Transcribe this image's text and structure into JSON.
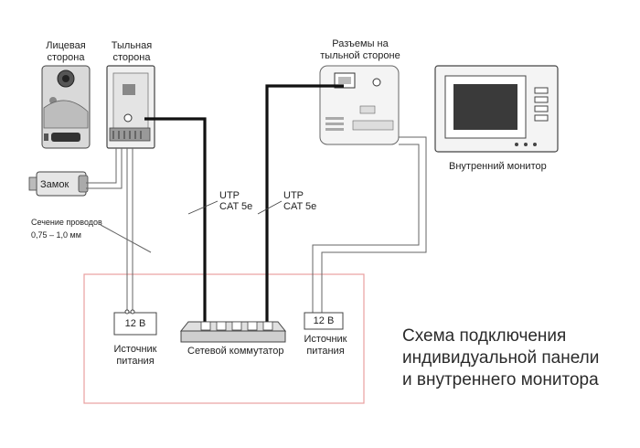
{
  "labels": {
    "front_side": "Лицевая сторона",
    "back_side": "Тыльная сторона",
    "connectors_back": "Разъемы на тыльной стороне",
    "lock": "Замок",
    "wire_section_title": "Сечение проводов",
    "wire_section_value": "0,75 – 1,0 мм",
    "utp_left_1": "UTP",
    "utp_left_2": "CAT 5e",
    "utp_right_1": "UTP",
    "utp_right_2": "CAT 5e",
    "inner_monitor": "Внутренний монитор",
    "psu_left_voltage": "12 В",
    "psu_left_label": "Источник питания",
    "psu_right_voltage": "12 В",
    "psu_right_label": "Источник питания",
    "network_switch": "Сетевой коммутатор",
    "scheme_title_1": "Схема подключения",
    "scheme_title_2": "индивидуальной панели",
    "scheme_title_3": "и внутреннего монитора"
  },
  "colors": {
    "enclosure_border": "#e8a0a0",
    "utp_cable": "#111111",
    "wire": "#666666"
  }
}
